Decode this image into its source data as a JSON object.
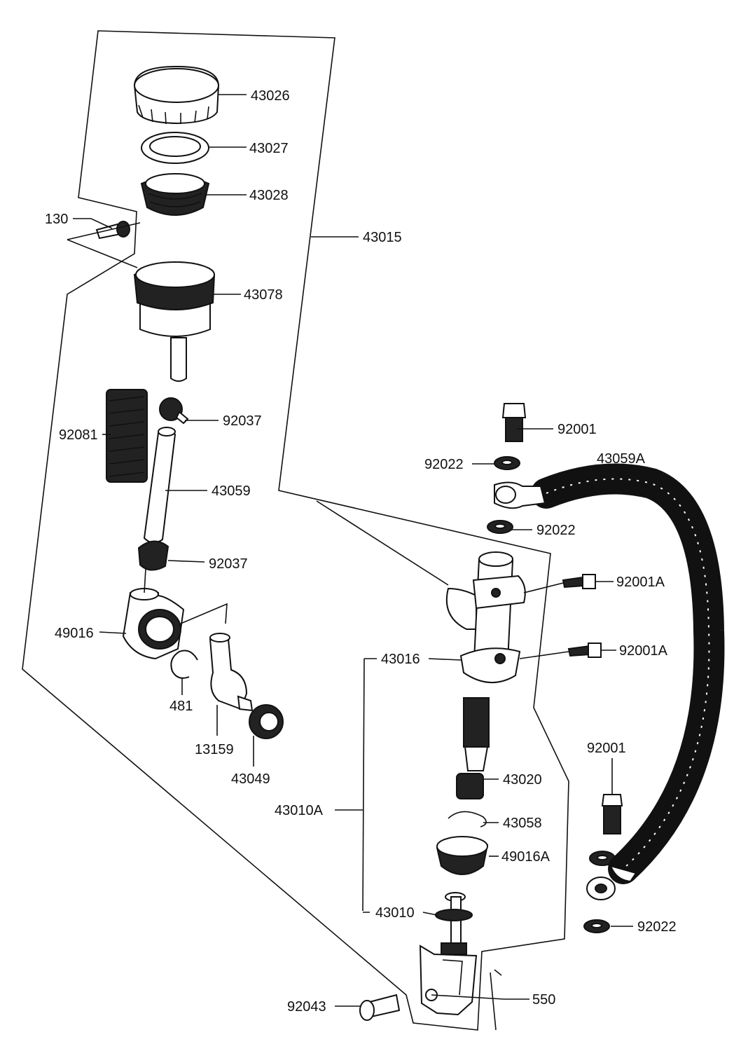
{
  "labels": {
    "p43026": "43026",
    "p43027": "43027",
    "p43028": "43028",
    "p130": "130",
    "p43015": "43015",
    "p43078": "43078",
    "p92037a": "92037",
    "p92081": "92081",
    "p43059": "43059",
    "p92037b": "92037",
    "p49016": "49016",
    "p481": "481",
    "p13159": "13159",
    "p43049": "43049",
    "p92001a": "92001",
    "p92022a": "92022",
    "p43059A": "43059A",
    "p92022b": "92022",
    "p92001A1": "92001A",
    "p43016": "43016",
    "p92001A2": "92001A",
    "p43020": "43020",
    "p43010A": "43010A",
    "p43058": "43058",
    "p49016A": "49016A",
    "p92001b": "92001",
    "p43010": "43010",
    "p92022c": "92022",
    "p92043": "92043",
    "p550": "550"
  },
  "colors": {
    "ink": "#111111",
    "paper": "#ffffff"
  }
}
